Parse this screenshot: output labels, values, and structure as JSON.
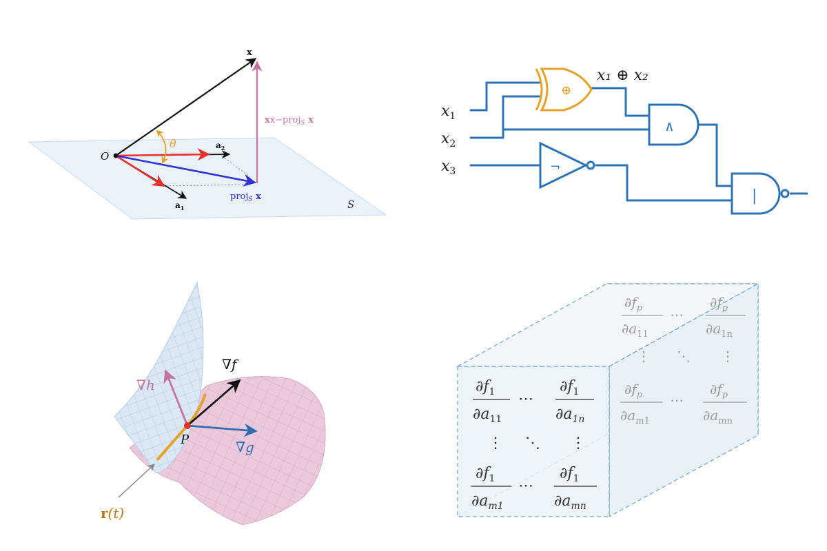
{
  "colors": {
    "plane_fill": "#e9f1f9",
    "plane_stroke": "#c7d9ec",
    "red": "#e8302f",
    "blue": "#3131d6",
    "pink": "#c1759f",
    "orange": "#e5a22a",
    "gate_blue": "#2e74b5",
    "gate_orange": "#e5a22a",
    "surface_blue": "#dbe8f4",
    "surface_pink": "#ebc9dc",
    "grad_blue": "#2f6db1",
    "matrix_text": "#333333",
    "matrix_faded": "#9a9a9a",
    "cube_stroke": "#6fa3c8"
  },
  "projection": {
    "origin": "O",
    "x": "x",
    "a1": "a",
    "a1_sub": "1",
    "a2": "a",
    "a2_sub": "2",
    "theta": "θ",
    "residual": "x−proj",
    "residual_sub": "S",
    "residual_tail": " x",
    "proj": "proj",
    "proj_sub": "S",
    "proj_tail": " x",
    "plane": "S"
  },
  "circuit": {
    "input1": "x",
    "input1_sub": "1",
    "input2": "x",
    "input2_sub": "2",
    "input3": "x",
    "input3_sub": "3",
    "xor_symbol": "⊕",
    "xor_output": "x₁ ⊕ x₂",
    "and_symbol": "∧",
    "not_symbol": "¬",
    "nand_symbol": "|"
  },
  "surfaces": {
    "grad_f": "∇f",
    "grad_h": "∇h",
    "grad_g": "∇g",
    "point": "P",
    "curve_bold": "r",
    "curve_tail": "(t)"
  },
  "tensor": {
    "partial": "∂",
    "front": {
      "num": "f",
      "num_sub": "1",
      "den_var": "a",
      "subs": [
        "11",
        "1n",
        "m1",
        "mn"
      ]
    },
    "back": {
      "num": "f",
      "num_sub": "p",
      "den_var": "a",
      "subs": [
        "11",
        "1n",
        "m1",
        "mn"
      ]
    },
    "hdots": "⋯",
    "vdots": "⋮",
    "ddots": "⋱"
  }
}
